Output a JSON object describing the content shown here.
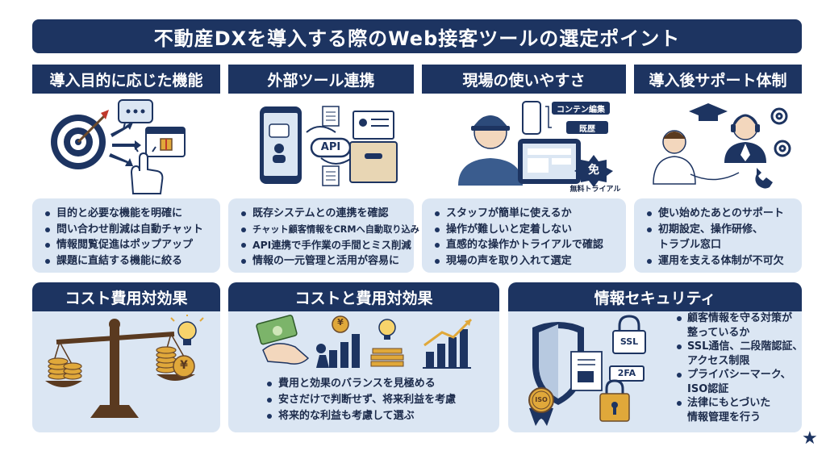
{
  "title": "不動産DXを導入する際のWeb接客ツールの選定ポイント",
  "sections": {
    "purpose": {
      "header": "導入目的に応じた機能",
      "bullets": [
        "目的と必要な機能を明確に",
        "問い合わせ削減は自動チャット",
        "情報閲覧促進はポップアップ",
        "課題に直結する機能に絞る"
      ]
    },
    "integration": {
      "header": "外部ツール連携",
      "api_label": "API",
      "bullets": [
        "既存システムとの連携を確認",
        "チャット顧客情報をCRMへ自動取り込み",
        "API連携で手作業の手間とミス削減",
        "情報の一元管理と活用が容易に"
      ]
    },
    "usability": {
      "header": "現場の使いやすさ",
      "tag_content_edit": "コンテン編集",
      "tag_history": "既歴",
      "badge_free": "免",
      "trial_label": "無料トライアル",
      "bullets": [
        "スタッフが簡単に使えるか",
        "操作が難しいと定着しない",
        "直感的な操作かトライアルで確認",
        "現場の声を取り入れて選定"
      ]
    },
    "support": {
      "header": "導入後サポート体制",
      "bullets": [
        "使い始めたあとのサポート",
        "初期設定、操作研修、\nトラブル窓口",
        "運用を支える体制が不可欠"
      ]
    },
    "cost1": {
      "header": "コスト費用対効果",
      "coin_symbol": "¥"
    },
    "cost2": {
      "header": "コストと費用対効果",
      "coin_symbol": "¥",
      "bullets": [
        "費用と効果のバランスを見極める",
        "安さだけで判断せず、将来利益を考慮",
        "将来的な利益も考慮して選ぶ"
      ]
    },
    "security": {
      "header": "情報セキュリティ",
      "ssl_label": "SSL",
      "twofa_label": "2FA",
      "iso_label": "ISO",
      "bullets": [
        {
          "l1": "顧客情報を守る対策が",
          "l2": "整っているか"
        },
        {
          "l1": "SSL通信、二段階認証、",
          "l2": "アクセス制限"
        },
        {
          "l1": "プライバシーマーク、",
          "l2": "ISO認証"
        },
        {
          "l1": "法律にもとづいた",
          "l2": "情報管理を行う"
        }
      ]
    }
  },
  "colors": {
    "navy": "#1d3461",
    "panel": "#dbe6f3",
    "accent_red": "#c0392b",
    "gold": "#e0a83a"
  }
}
